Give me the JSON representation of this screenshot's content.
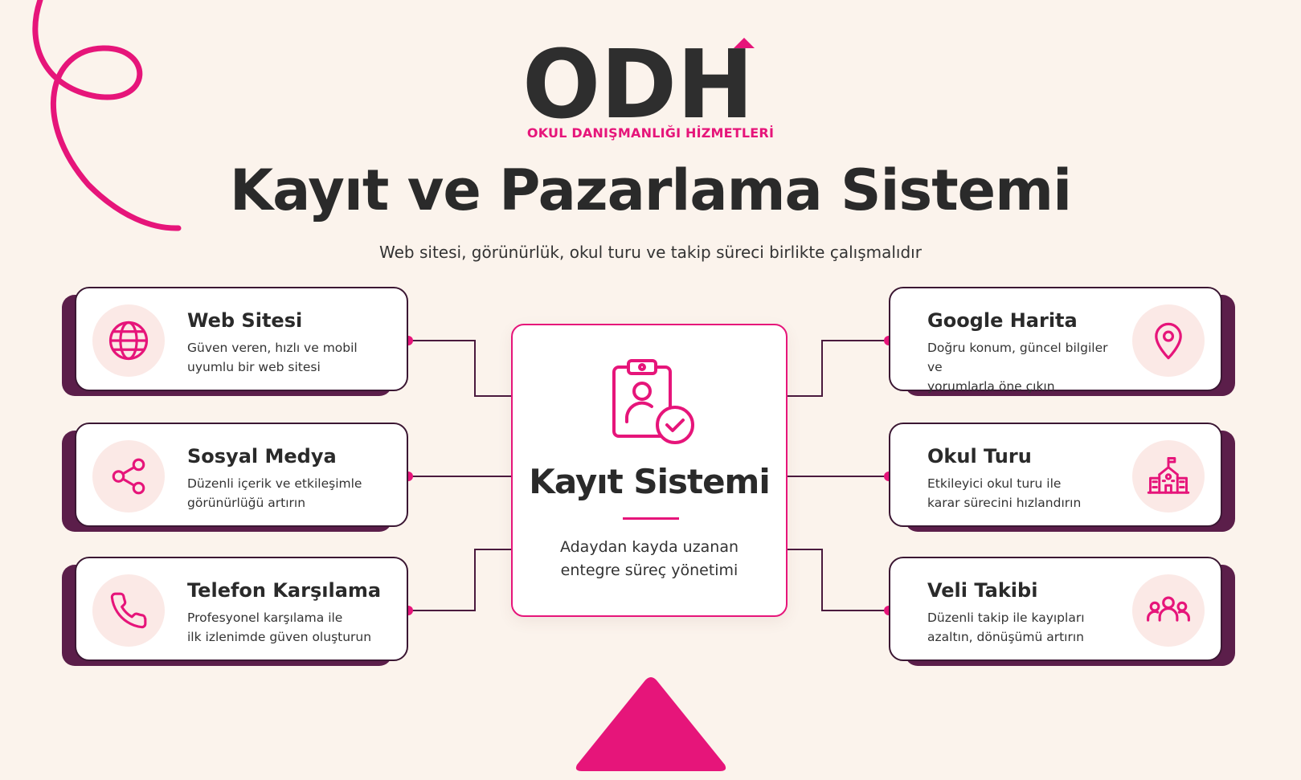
{
  "brand": {
    "logo_text": "ODH",
    "tagline": "OKUL DANIŞMANLIĞI HİZMETLERİ"
  },
  "title": "Kayıt ve Pazarlama Sistemi",
  "subtitle": "Web sitesi, görünürlük, okul turu ve takip süreci birlikte çalışmalıdır",
  "center": {
    "title": "Kayıt Sistemi",
    "description_line1": "Adaydan kayda uzanan",
    "description_line2": "entegre süreç yönetimi",
    "icon": "clipboard-user-check-icon"
  },
  "left_cards": [
    {
      "title": "Web Sitesi",
      "line1": "Güven veren, hızlı ve mobil",
      "line2": "uyumlu bir web sitesi",
      "icon": "globe-icon"
    },
    {
      "title": "Sosyal Medya",
      "line1": "Düzenli içerik ve etkileşimle",
      "line2": "görünürlüğü artırın",
      "icon": "share-icon"
    },
    {
      "title": "Telefon Karşılama",
      "line1": "Profesyonel karşılama ile",
      "line2": "ilk izlenimde güven oluşturun",
      "icon": "phone-icon"
    }
  ],
  "right_cards": [
    {
      "title": "Google Harita",
      "line1": "Doğru konum, güncel bilgiler ve",
      "line2": "yorumlarla öne çıkın",
      "icon": "map-pin-icon"
    },
    {
      "title": "Okul Turu",
      "line1": "Etkileyici okul turu ile",
      "line2": "karar sürecini hızlandırın",
      "icon": "school-building-icon"
    },
    {
      "title": "Veli Takibi",
      "line1": "Düzenli takip ile kayıpları",
      "line2": "azaltın, dönüşümü artırın",
      "icon": "people-group-icon"
    }
  ],
  "colors": {
    "background": "#fbf3ec",
    "accent_pink": "#e6157a",
    "dark_plum": "#5b1e4a",
    "text_dark": "#2a2a2a",
    "icon_bg": "#fbe9e6"
  }
}
